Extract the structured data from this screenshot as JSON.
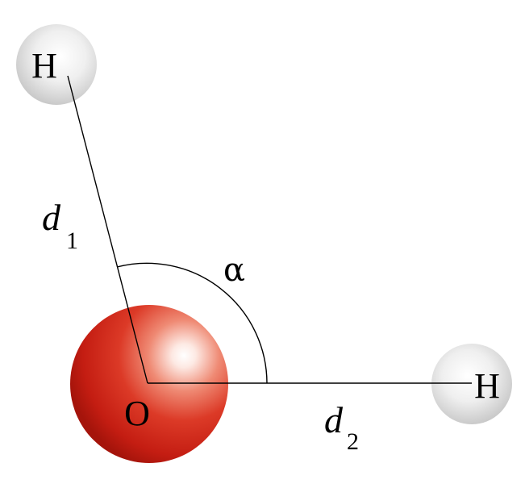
{
  "molecule": {
    "atoms": {
      "hydrogen_top": {
        "symbol": "H"
      },
      "oxygen": {
        "symbol": "O"
      },
      "hydrogen_right": {
        "symbol": "H"
      }
    },
    "bond_lengths": {
      "d1": {
        "symbol": "d",
        "subscript": "1"
      },
      "d2": {
        "symbol": "d",
        "subscript": "2"
      }
    },
    "angle": {
      "symbol": "α"
    }
  },
  "colors": {
    "oxygen": "#d42a1f",
    "hydrogen": "#c8c8c8",
    "lines": "#000000"
  }
}
